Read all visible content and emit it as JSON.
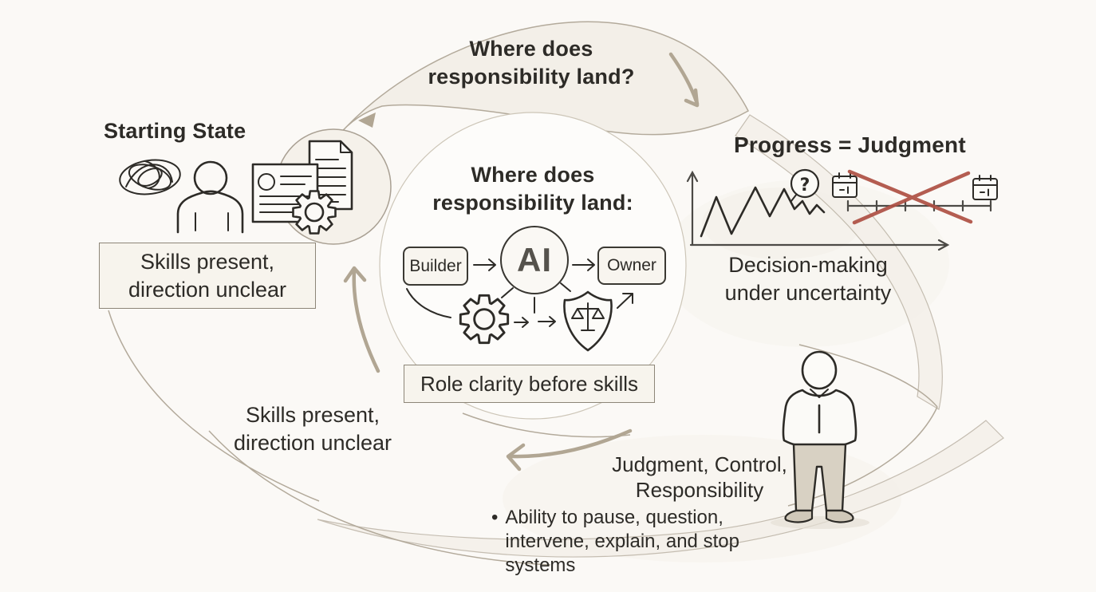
{
  "colors": {
    "background": "#fbf9f6",
    "band_fill": "#f3efe8",
    "band_stroke": "#b3aa9b",
    "ink": "#2d2b27",
    "box_border": "#8d8678",
    "panel_bg": "#f7f4ed",
    "accent_tan": "#b1a693",
    "axis_gray": "#4c4a46",
    "red_x": "#ae5044",
    "ai_text": "#55524c",
    "pants_fill": "#d8d1c3"
  },
  "top_arc": {
    "title_line1": "Where does",
    "title_line2": "responsibility land?"
  },
  "starting_state": {
    "title": "Starting State",
    "caption_line1": "Skills present,",
    "caption_line2": "direction unclear",
    "icons": [
      "tangled-thoughts",
      "person",
      "profile-card",
      "document",
      "gear"
    ]
  },
  "center": {
    "title_line1": "Where does",
    "title_line2": "responsibility land:",
    "builder_label": "Builder",
    "ai_label": "AI",
    "owner_label": "Owner",
    "caption": "Role clarity before skills",
    "icons": [
      "gear",
      "shield-with-scales",
      "arrow-up-right"
    ]
  },
  "progress": {
    "title": "Progress = Judgment",
    "question_mark": "?",
    "caption_line1": "Decision-making",
    "caption_line2": "under uncertainty",
    "icons": [
      "zigzag-line-chart",
      "question-circle",
      "calendar",
      "timeline",
      "red-cross",
      "calendar"
    ]
  },
  "cycle_bottom": {
    "caption_line1": "Skills present,",
    "caption_line2": "direction unclear"
  },
  "judgment": {
    "title_line1": "Judgment, Control,",
    "title_line2": "Responsibility",
    "bullet_glyph": "•",
    "bullet_text": "Ability to pause, question, intervene, explain, and stop systems",
    "icon": "standing-person"
  }
}
